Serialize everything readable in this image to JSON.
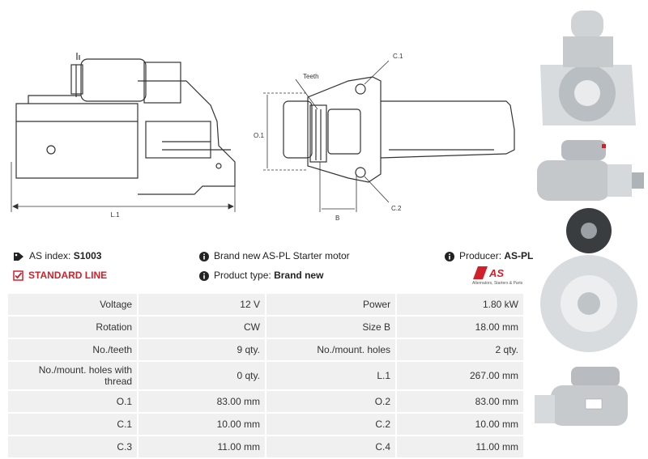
{
  "drawing_labels": {
    "length": "L.1",
    "teeth": "Teeth",
    "c1": "C.1",
    "c2": "C.2",
    "o1": "O.1",
    "b": "B"
  },
  "info": {
    "as_index_label": "AS index:",
    "as_index_value": "S1003",
    "standard_line": "STANDARD LINE",
    "description": "Brand new AS-PL Starter motor",
    "product_type_label": "Product type:",
    "product_type_value": "Brand new",
    "producer_label": "Producer:",
    "producer_value": "AS-PL"
  },
  "logo": {
    "text": "AS",
    "subtitle": "Alternators, Starters & Parts"
  },
  "specs": [
    [
      "Voltage",
      "12 V",
      "Power",
      "1.80 kW"
    ],
    [
      "Rotation",
      "CW",
      "Size B",
      "18.00 mm"
    ],
    [
      "No./teeth",
      "9 qty.",
      "No./mount. holes",
      "2 qty."
    ],
    [
      "No./mount. holes with thread",
      "0 qty.",
      "L.1",
      "267.00 mm"
    ],
    [
      "O.1",
      "83.00 mm",
      "O.2",
      "83.00 mm"
    ],
    [
      "C.1",
      "10.00 mm",
      "C.2",
      "10.00 mm"
    ],
    [
      "C.3",
      "11.00 mm",
      "C.4",
      "11.00 mm"
    ]
  ]
}
